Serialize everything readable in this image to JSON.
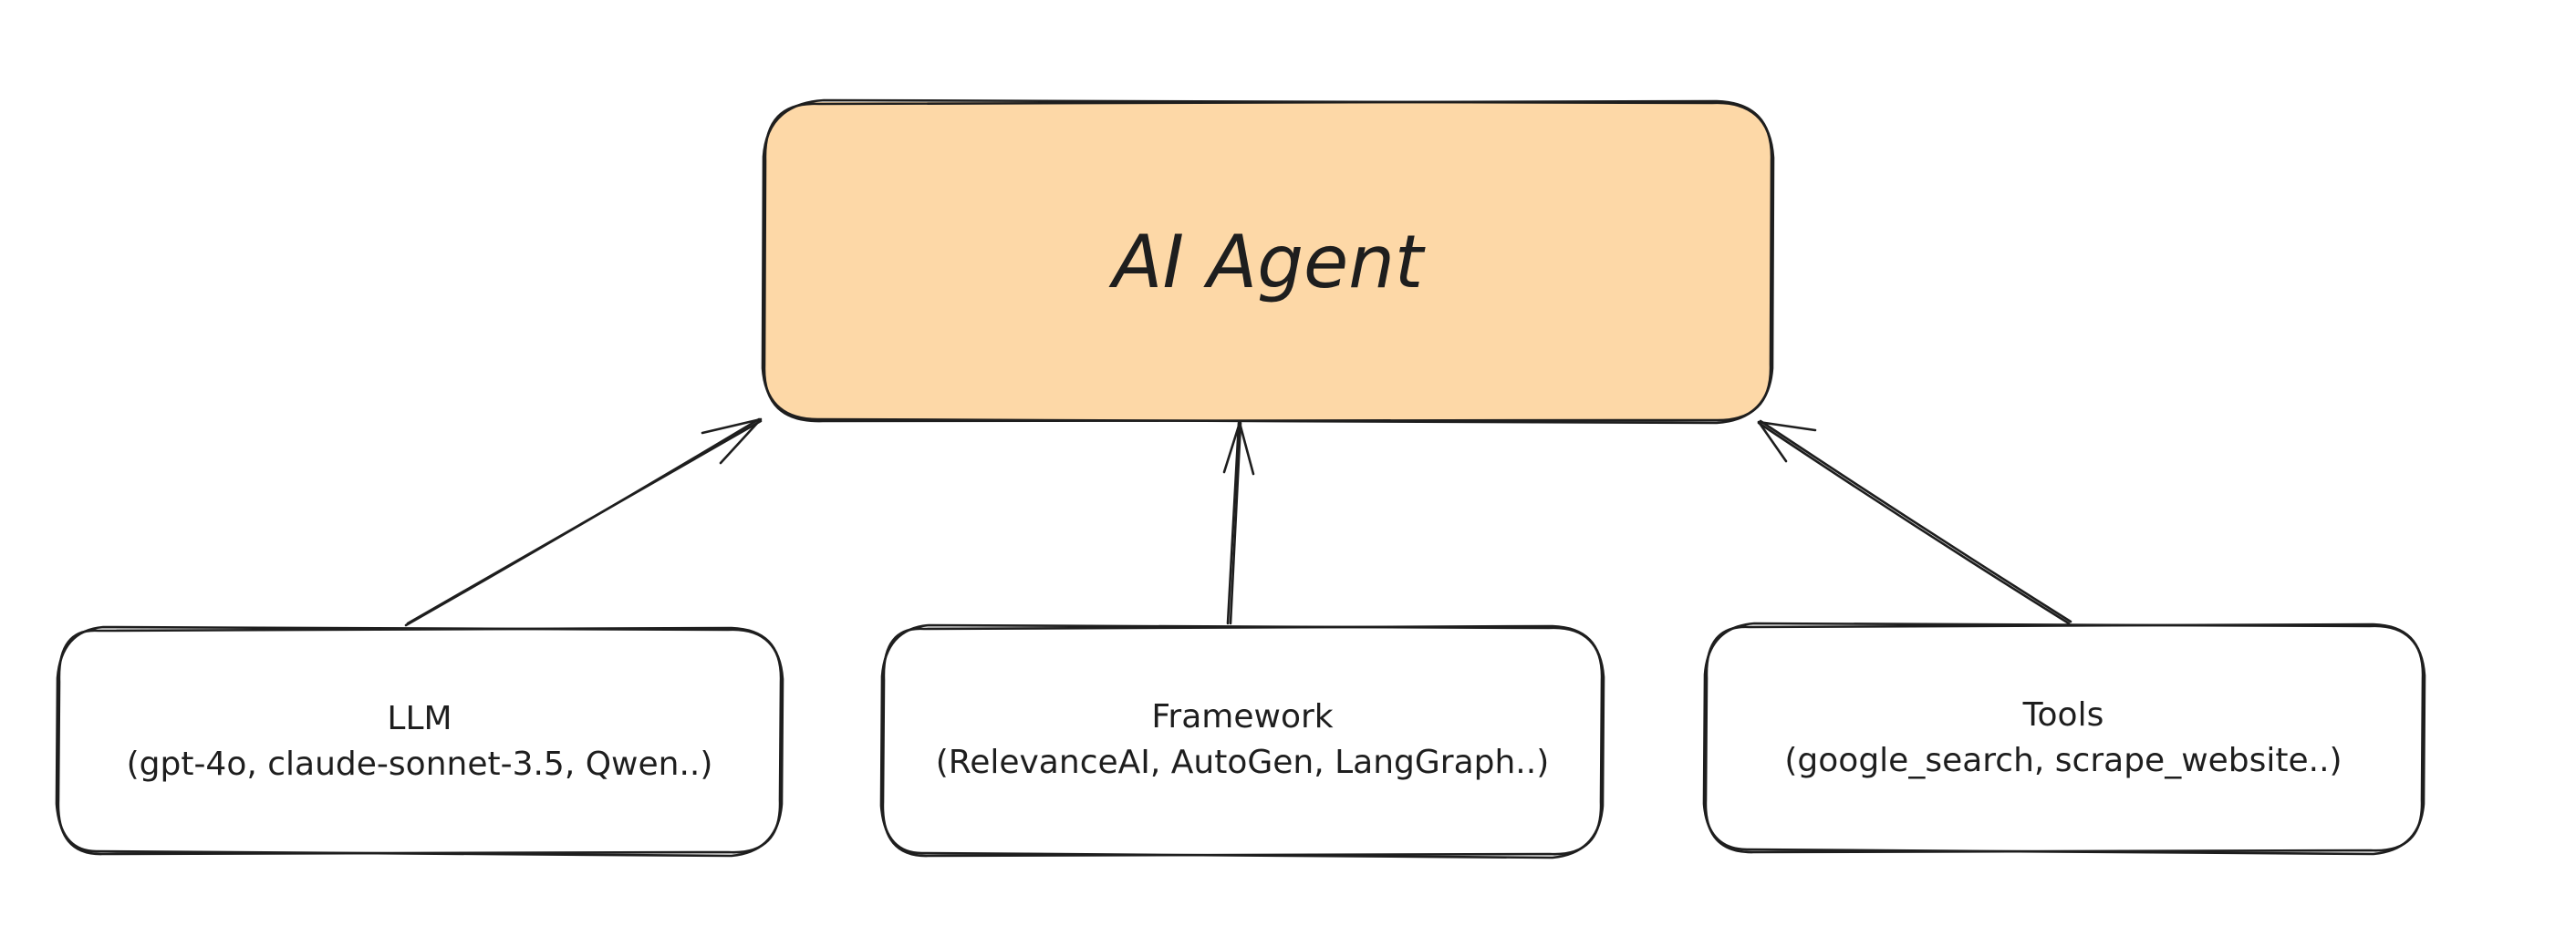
{
  "diagram": {
    "main_node": {
      "label": "AI Agent",
      "fill_color": "#fdd8a7"
    },
    "child_nodes": [
      {
        "title": "LLM",
        "detail": "(gpt-4o, claude-sonnet-3.5, Qwen..)"
      },
      {
        "title": "Framework",
        "detail": "(RelevanceAI, AutoGen, LangGraph..)"
      },
      {
        "title": "Tools",
        "detail": "(google_search, scrape_website..)"
      }
    ],
    "stroke_color": "#1e1e1e"
  }
}
